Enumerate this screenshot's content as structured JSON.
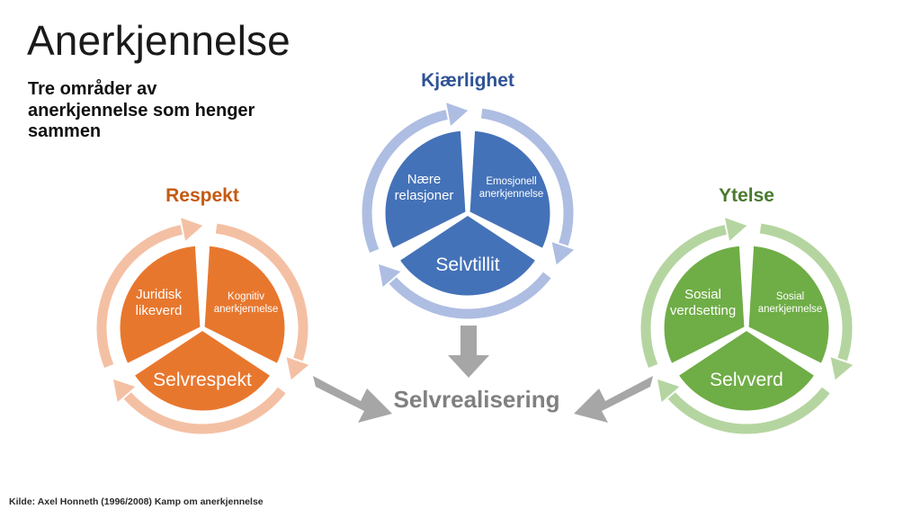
{
  "slide": {
    "title": "Anerkjennelse",
    "subtitle": "Tre områder av anerkjennelse som henger sammen",
    "footnote": "Kilde: Axel Honneth (1996/2008) Kamp om anerkjennelse",
    "background": "#ffffff"
  },
  "center": {
    "label": "Selvrealisering",
    "color": "#808080",
    "arrow_color": "#a6a6a6"
  },
  "wheels": [
    {
      "id": "respekt",
      "heading": "Respekt",
      "heading_color": "#c55a11",
      "fill": "#e8772e",
      "ring": "#f4c0a4",
      "segments": [
        {
          "position": "upper-right",
          "lines": [
            "Kognitiv",
            "anerkjennelse"
          ],
          "size": "small"
        },
        {
          "position": "upper-left",
          "lines": [
            "Juridisk",
            "likeverd"
          ],
          "size": "mid"
        },
        {
          "position": "bottom",
          "lines": [
            "Selvrespekt"
          ],
          "size": "big"
        }
      ]
    },
    {
      "id": "kjaerlighet",
      "heading": "Kjærlighet",
      "heading_color": "#2e5395",
      "fill": "#4472b8",
      "ring": "#aebde2",
      "segments": [
        {
          "position": "upper-right",
          "lines": [
            "Emosjonell",
            "anerkjennelse"
          ],
          "size": "small"
        },
        {
          "position": "upper-left",
          "lines": [
            "Nære",
            "relasjoner"
          ],
          "size": "mid"
        },
        {
          "position": "bottom",
          "lines": [
            "Selvtillit"
          ],
          "size": "big"
        }
      ]
    },
    {
      "id": "ytelse",
      "heading": "Ytelse",
      "heading_color": "#4a7a2e",
      "fill": "#6fad46",
      "ring": "#b5d5a0",
      "segments": [
        {
          "position": "upper-right",
          "lines": [
            "Sosial",
            "anerkjennelse"
          ],
          "size": "small"
        },
        {
          "position": "upper-left",
          "lines": [
            "Sosial",
            "verdsetting"
          ],
          "size": "mid"
        },
        {
          "position": "bottom",
          "lines": [
            "Selvverd"
          ],
          "size": "big"
        }
      ]
    }
  ]
}
